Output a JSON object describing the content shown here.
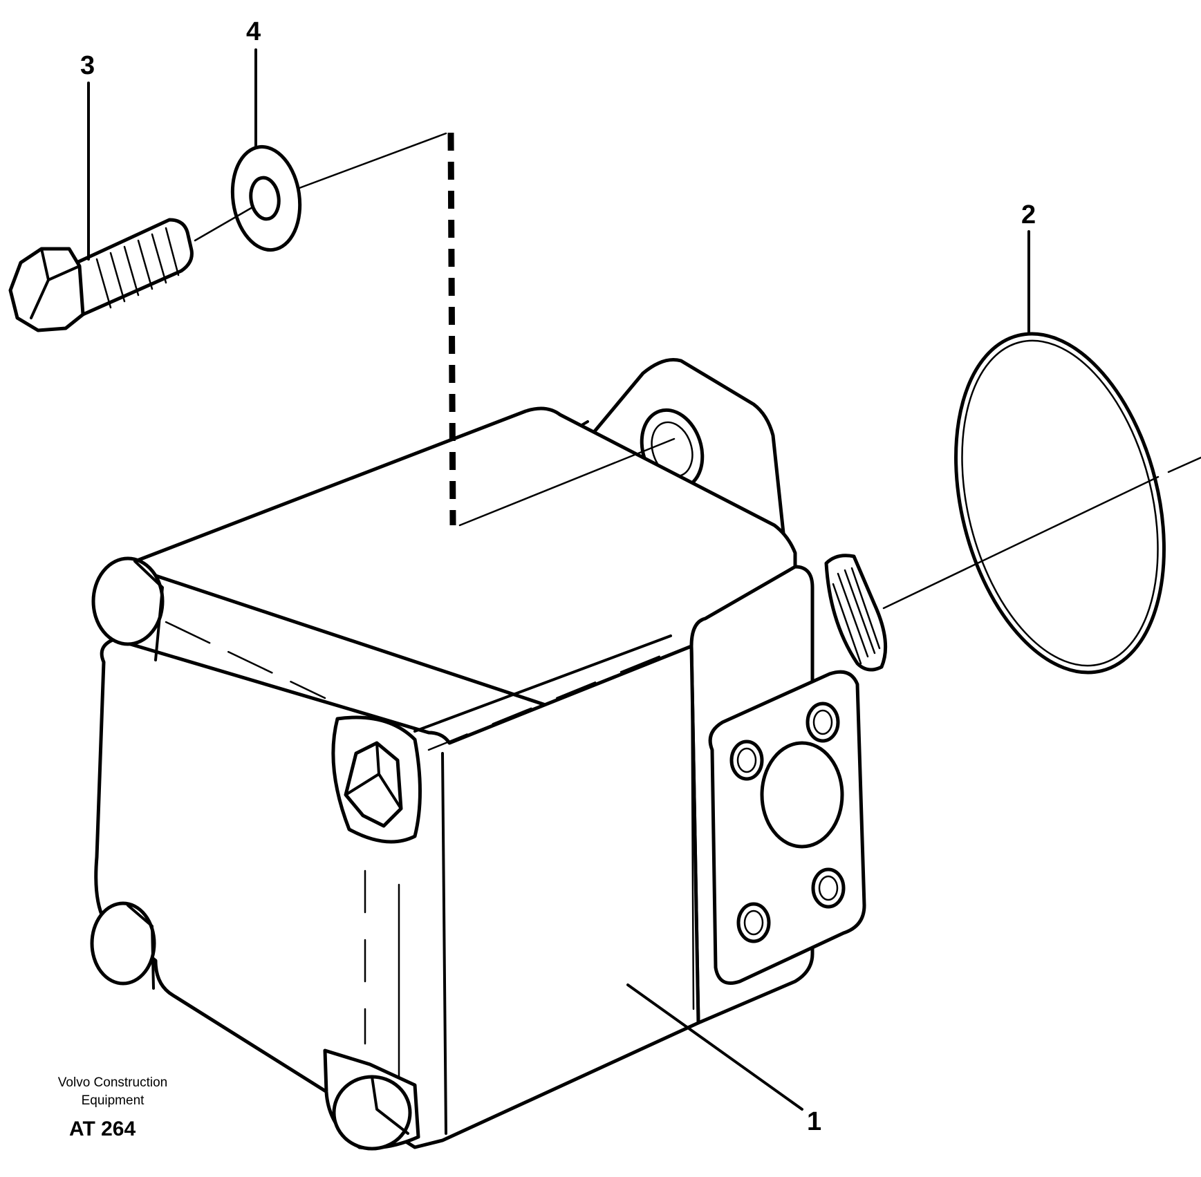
{
  "callouts": {
    "item1": "1",
    "item2": "2",
    "item3": "3",
    "item4": "4"
  },
  "credit": {
    "line1": "Volvo Construction",
    "line2": "Equipment"
  },
  "figure_code": "AT 264"
}
